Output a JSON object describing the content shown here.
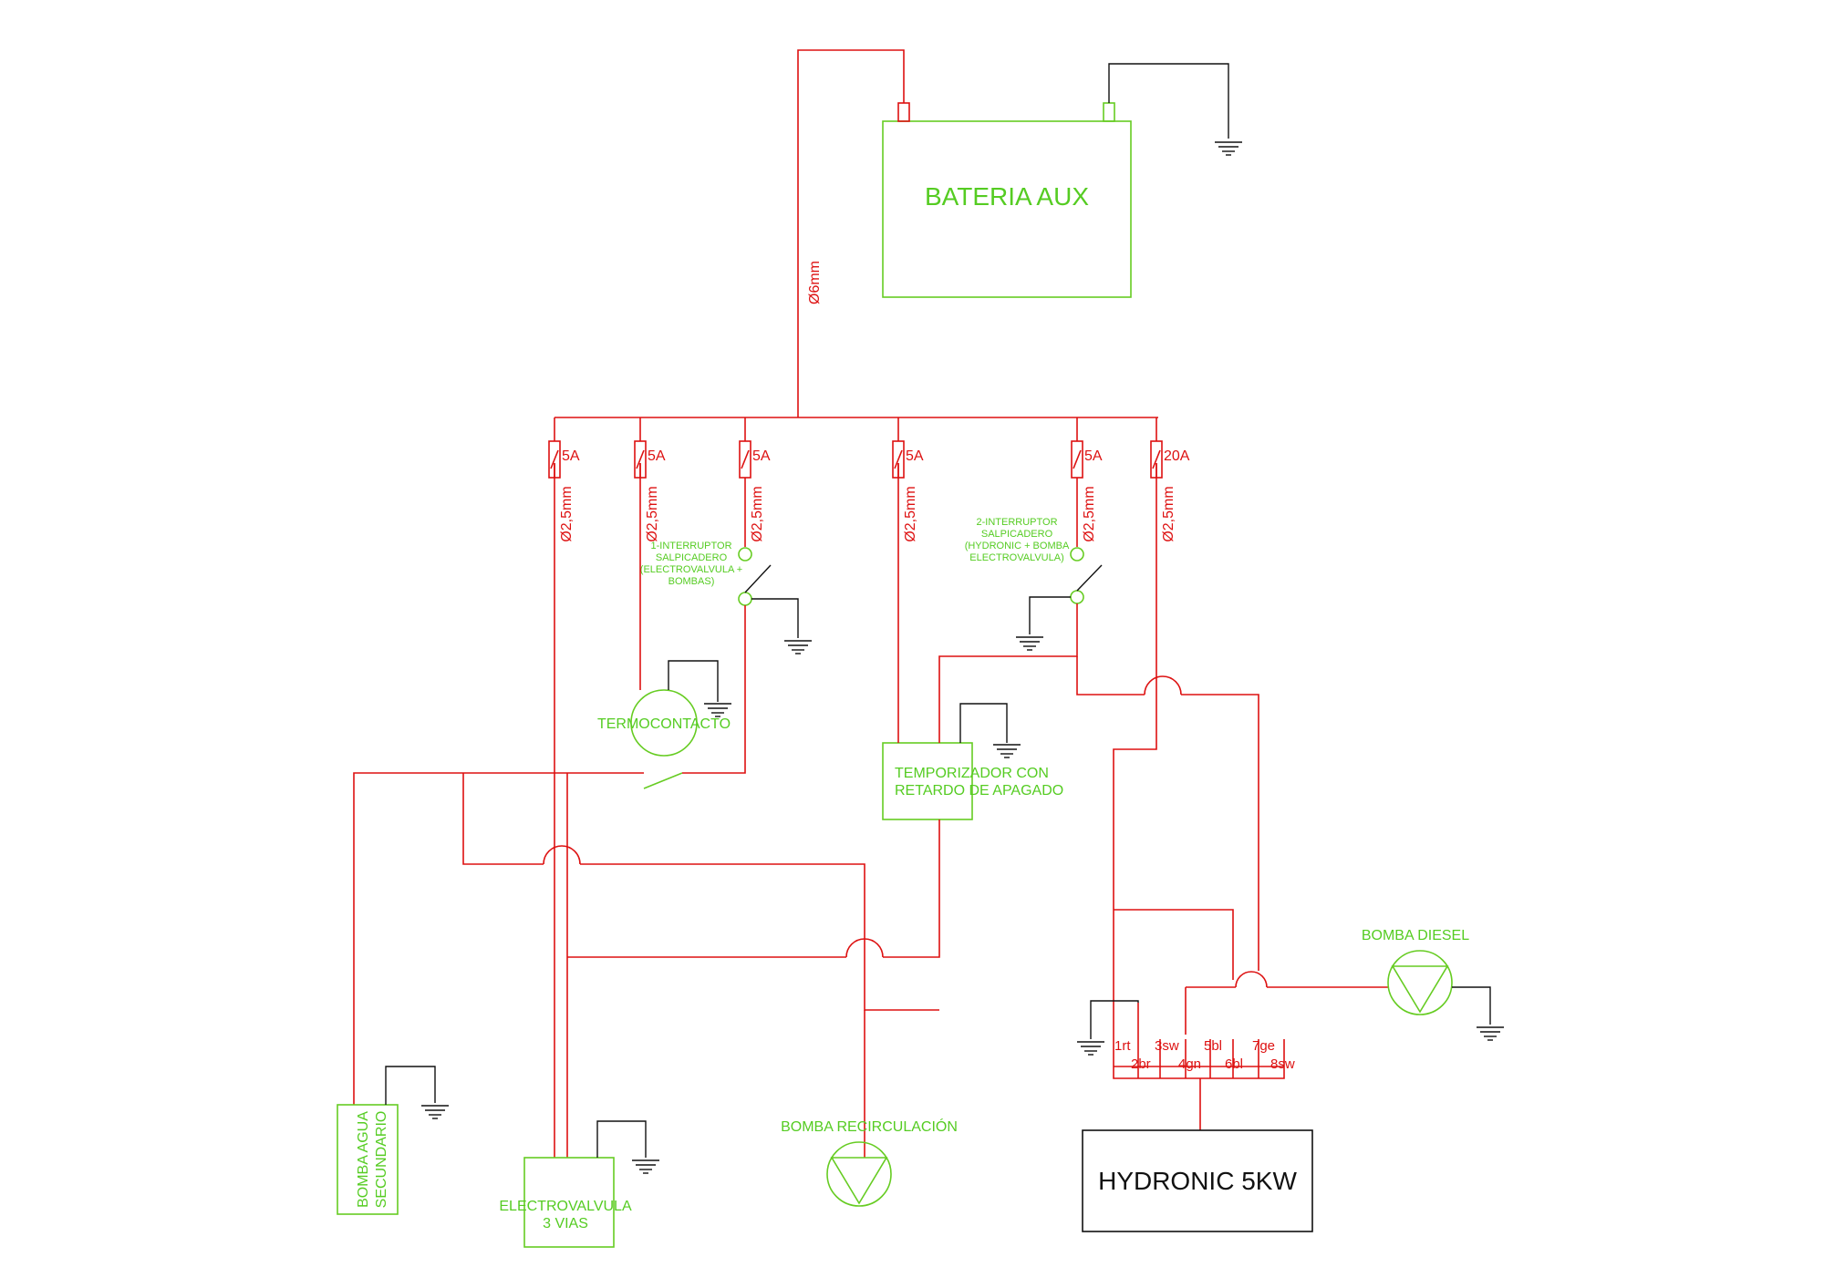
{
  "colors": {
    "wire": "#dd1111",
    "ground": "#111111",
    "component": "#66cc22",
    "background": "#ffffff"
  },
  "battery": {
    "label": "BATERIA AUX",
    "main_cable": "Ø6mm"
  },
  "fuses": [
    {
      "rating": "5A",
      "cable": "Ø2,5mm"
    },
    {
      "rating": "5A",
      "cable": "Ø2,5mm"
    },
    {
      "rating": "5A",
      "cable": "Ø2,5mm"
    },
    {
      "rating": "5A",
      "cable": "Ø2,5mm"
    },
    {
      "rating": "5A",
      "cable": "Ø2,5mm"
    },
    {
      "rating": "20A",
      "cable": "Ø2,5mm"
    }
  ],
  "switch1": {
    "line1": "1-INTERRUPTOR",
    "line2": "SALPICADERO",
    "line3": "(ELECTROVALVULA +",
    "line4": "BOMBAS)"
  },
  "switch2": {
    "line1": "2-INTERRUPTOR",
    "line2": "SALPICADERO",
    "line3": "(HYDRONIC + BOMBA",
    "line4": "ELECTROVALVULA)"
  },
  "termocontacto": {
    "label": "TERMOCONTACTO"
  },
  "timer": {
    "line1": "TEMPORIZADOR CON",
    "line2": "RETARDO DE APAGADO"
  },
  "pump_secondary": {
    "line1": "BOMBA AGUA",
    "line2": "SECUNDARIO"
  },
  "valve": {
    "line1": "ELECTROVALVULA",
    "line2": "3 VIAS"
  },
  "pump_recirc": {
    "label": "BOMBA RECIRCULACIÓN"
  },
  "pump_diesel": {
    "label": "BOMBA DIESEL"
  },
  "heater": {
    "label": "HYDRONIC 5KW"
  },
  "connector": {
    "pins_top": [
      "1rt",
      "3sw",
      "5bl",
      "7ge"
    ],
    "pins_bottom": [
      "2br",
      "4gn",
      "6bl",
      "8sw"
    ]
  }
}
